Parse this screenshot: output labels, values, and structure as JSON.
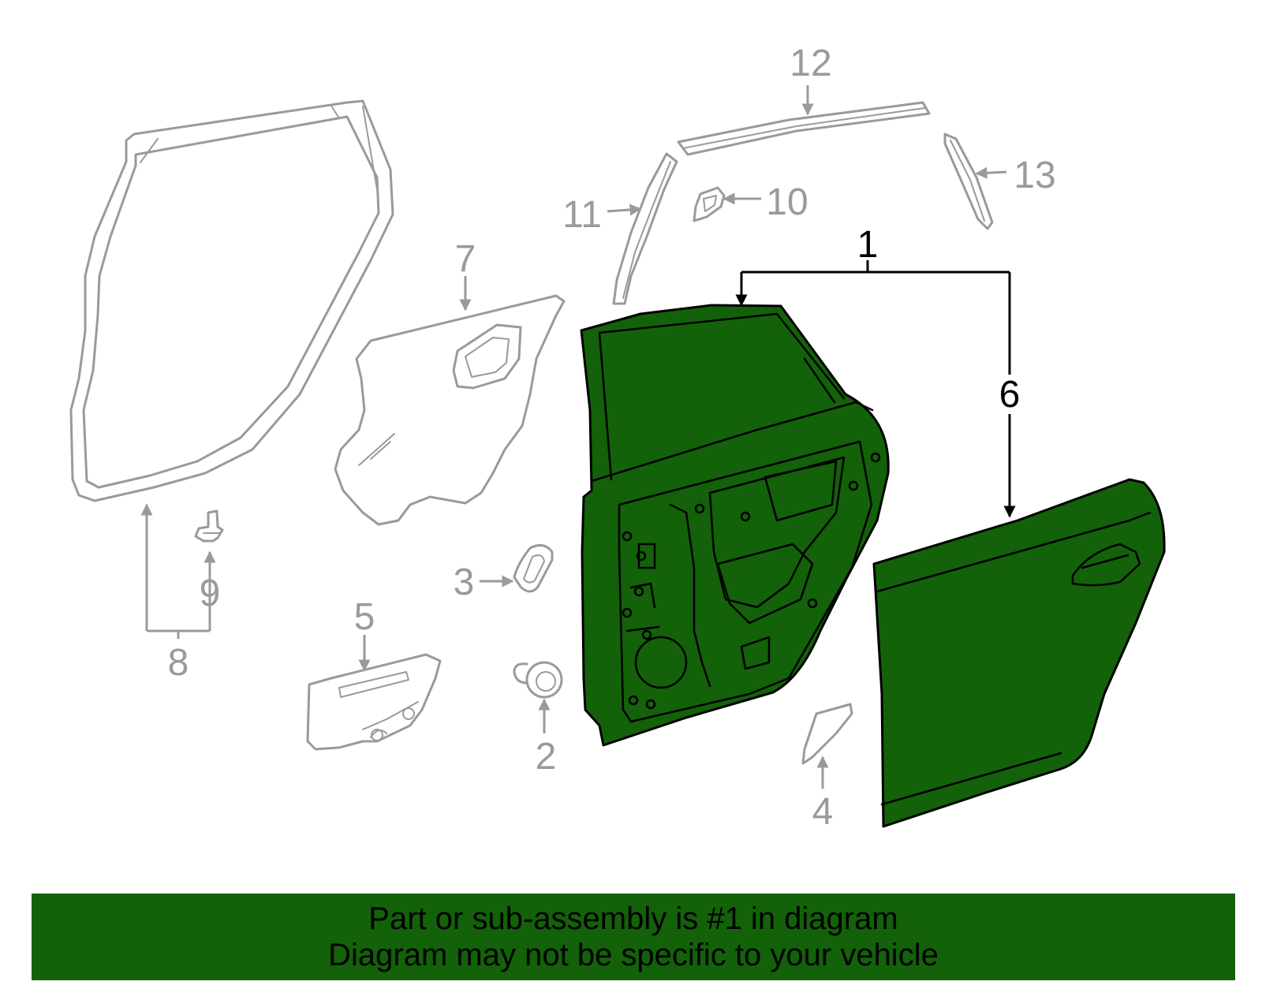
{
  "callouts": {
    "c1": "1",
    "c2": "2",
    "c3": "3",
    "c4": "4",
    "c5": "5",
    "c6": "6",
    "c7": "7",
    "c8": "8",
    "c9": "9",
    "c10": "10",
    "c11": "11",
    "c12": "12",
    "c13": "13"
  },
  "banner": {
    "line1": "Part or sub-assembly is #1 in diagram",
    "line2": "Diagram may not be specific to your vehicle"
  },
  "colors": {
    "highlight_green": "#136109",
    "inactive_part_gray": "#9a9a9a",
    "banner_bg": "#136109"
  }
}
